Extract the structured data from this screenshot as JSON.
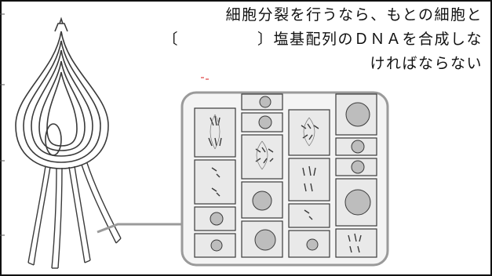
{
  "caption": {
    "line1": "細胞分裂を行うなら、もとの細胞と",
    "line2_open": "〔",
    "line2_close": "〕塩基配列のＤＮＡを合成しな",
    "line3": "ければならない"
  },
  "colors": {
    "stroke": "#3a3a3a",
    "frame": "#111111",
    "callout": "#9a9a9a",
    "callout_fill": "#f4f4f4",
    "cell_fill": "#e9e9e9",
    "nucleus": "#bdbdbd"
  }
}
